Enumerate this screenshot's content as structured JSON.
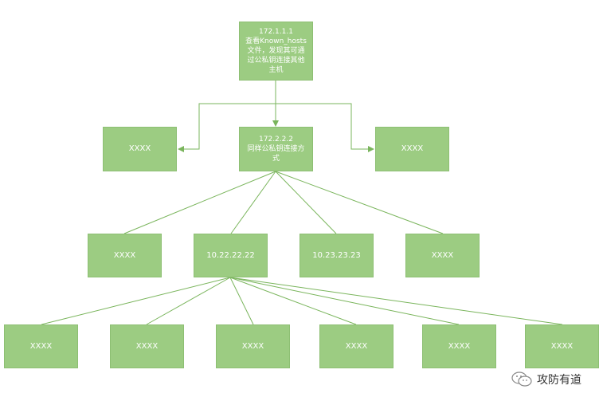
{
  "diagram": {
    "root": "172.1.1.1\n查看Known_hosts\n文件，发现其可通\n过公私钥连接其他\n主机",
    "level1_left": "XXXX",
    "level1_mid": "172.2.2.2\n同样公私钥连接方\n式",
    "level1_right": "XXXX",
    "level2": [
      "XXXX",
      "10.22.22.22",
      "10.23.23.23",
      "XXXX"
    ],
    "level3": [
      "XXXX",
      "XXXX",
      "XXXX",
      "XXXX",
      "XXXX",
      "XXXX"
    ]
  },
  "watermark": {
    "text": "攻防有道",
    "icon": "wechat-icon"
  },
  "colors": {
    "node_fill": "#9ccc82",
    "line": "#7ab55c"
  }
}
